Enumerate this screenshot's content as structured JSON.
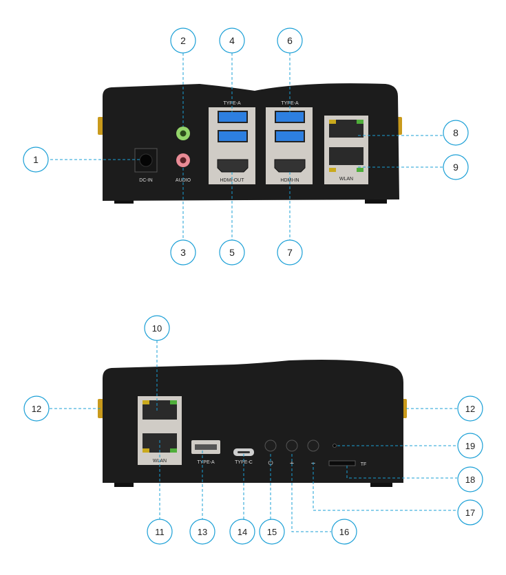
{
  "callout_color": "#1a9fd6",
  "body_color": "#1c1c1c",
  "bezel_color": "#d0ccc6",
  "usb_blue": "#2d7fe0",
  "front": {
    "labels": {
      "dc_in": "DC-IN",
      "audio": "AUDIO",
      "hdmi_out": "HDMI-OUT",
      "hdmi_in": "HDMI-IN",
      "type_a_1": "TYPE-A",
      "type_a_2": "TYPE-A",
      "wlan": "WLAN"
    },
    "callouts": [
      "1",
      "2",
      "3",
      "4",
      "5",
      "6",
      "7",
      "8",
      "9"
    ]
  },
  "rear": {
    "labels": {
      "wlan": "WLAN",
      "type_a": "TYPE-A",
      "type_c": "TYPE-C",
      "power": "⏻",
      "plus": "+",
      "minus": "−",
      "tf": "TF"
    },
    "callouts": [
      "10",
      "11",
      "12",
      "12",
      "13",
      "14",
      "15",
      "16",
      "17",
      "18",
      "19"
    ]
  }
}
